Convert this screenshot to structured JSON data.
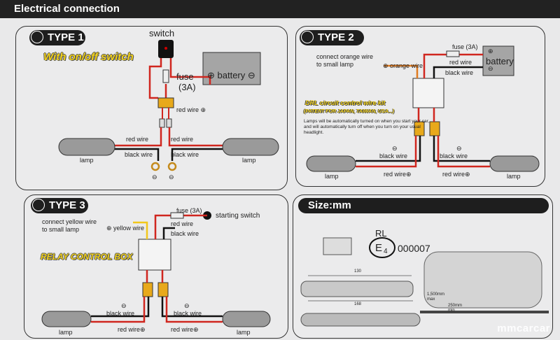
{
  "header": {
    "title": "Electrical connection"
  },
  "type1": {
    "tab": "TYPE 1",
    "subtitle": "With on/off switch",
    "switch": "switch",
    "fuse": "fuse",
    "fuse_rating": "(3A)",
    "battery": "⊕ battery ⊖",
    "red_wire_plus": "red wire ⊕",
    "red_wire_left": "red wire",
    "red_wire_right": "red wire",
    "black_wire_left": "black wire",
    "black_wire_right": "black wire",
    "lamp_left": "lamp",
    "lamp_right": "lamp",
    "minus_left": "⊖",
    "minus_right": "⊖"
  },
  "type2": {
    "tab": "TYPE 2",
    "connect_orange": "connect orange wire\nto small lamp",
    "orange_wire": "⊕ orange wire",
    "fuse": "fuse (3A)",
    "red_wire_top": "red wire",
    "black_wire_top": "black wire",
    "battery": "battery",
    "battery_plus": "⊕",
    "battery_minus": "⊖",
    "drl_title": "DRL circuit control wire kit",
    "patent": "(PATENT FOR JAPAN, TAIWAN, USA...)",
    "note": "Lamps will be automatically turned on when you start your car, and will automatically turn off when you turn on your usual headlight.",
    "black_wire_left": "black wire",
    "black_wire_right": "black wire",
    "minus_left": "⊖",
    "minus_right": "⊖",
    "red_wire_left": "red wire⊕",
    "red_wire_right": "red wire⊕",
    "lamp_left": "lamp",
    "lamp_right": "lamp"
  },
  "type3": {
    "tab": "TYPE 3",
    "connect_yellow": "connect yellow wire\nto small lamp",
    "yellow_wire": "⊕ yellow wire",
    "fuse": "fuse (3A)",
    "red_wire_top": "red wire",
    "black_wire_top": "black wire",
    "starting_switch": "starting switch",
    "relay_title": "RELAY CONTROL BOX",
    "black_wire_left": "black wire",
    "black_wire_right": "black wire",
    "minus_left": "⊖",
    "minus_right": "⊖",
    "red_wire_left": "red wire⊕",
    "red_wire_right": "red wire⊕",
    "lamp_left": "lamp",
    "lamp_right": "lamp"
  },
  "size": {
    "title": "Size:mm",
    "rl": "RL",
    "e_mark": "E",
    "e_number": "4",
    "approval": "000007",
    "dim_length": "130",
    "dim_width": "168",
    "dim_height": "1,500mm\nmax",
    "dim_ground": "250mm\nmin"
  },
  "watermark": "mmcarcar"
}
